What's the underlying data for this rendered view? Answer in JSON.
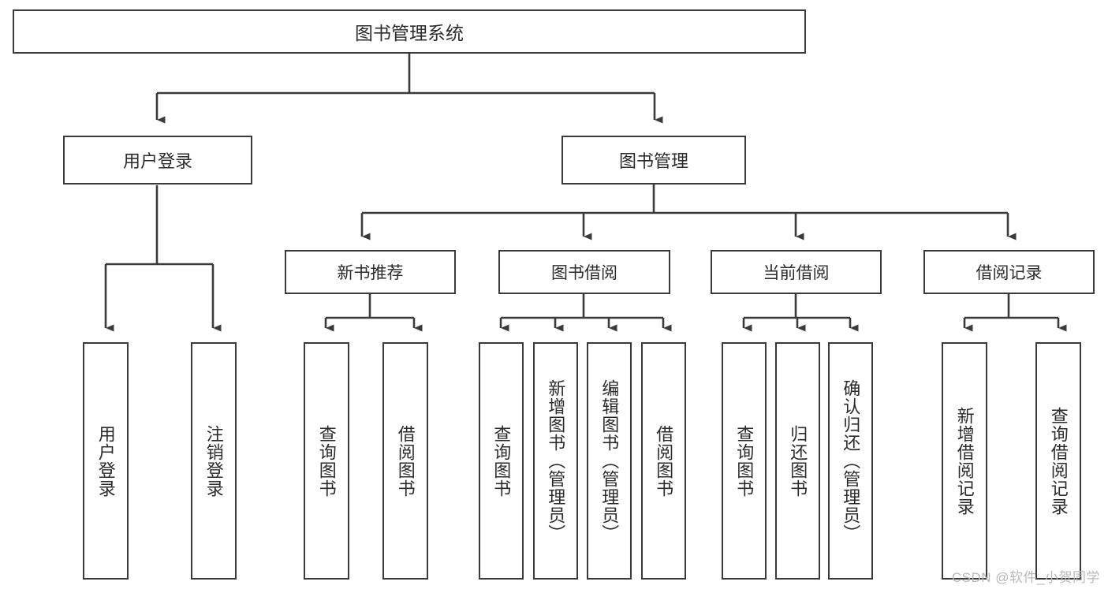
{
  "diagram": {
    "type": "tree-hierarchy",
    "title_node": "图书管理系统",
    "watermark": "CSDN @软件_小贺同学",
    "colors": {
      "stroke": "#3a3a3a",
      "fill": "#ffffff",
      "text": "#2b2b2b",
      "watermark": "#b9b9b9"
    },
    "nodes": {
      "root": {
        "label": "图书管理系统"
      },
      "level1": [
        {
          "id": "user-login",
          "label": "用户登录"
        },
        {
          "id": "book-management",
          "label": "图书管理"
        }
      ],
      "level2": [
        {
          "id": "new-book-recommend",
          "label": "新书推荐"
        },
        {
          "id": "book-borrow",
          "label": "图书借阅"
        },
        {
          "id": "current-borrow",
          "label": "当前借阅"
        },
        {
          "id": "borrow-record",
          "label": "借阅记录"
        }
      ],
      "leaves": {
        "user-login": [
          {
            "id": "leaf-user-login",
            "label": "用户登录"
          },
          {
            "id": "leaf-logout-login",
            "label": "注销登录"
          }
        ],
        "new-book-recommend": [
          {
            "id": "leaf-query-book-1",
            "label": "查询图书"
          },
          {
            "id": "leaf-borrow-book-1",
            "label": "借阅图书"
          }
        ],
        "book-borrow": [
          {
            "id": "leaf-query-book-2",
            "label": "查询图书"
          },
          {
            "id": "leaf-add-book",
            "label": "新增图书（管理员）"
          },
          {
            "id": "leaf-edit-book",
            "label": "编辑图书（管理员）"
          },
          {
            "id": "leaf-borrow-book-2",
            "label": "借阅图书"
          }
        ],
        "current-borrow": [
          {
            "id": "leaf-query-book-3",
            "label": "查询图书"
          },
          {
            "id": "leaf-return-book",
            "label": "归还图书"
          },
          {
            "id": "leaf-confirm-return",
            "label": "确认归还（管理员）"
          }
        ],
        "borrow-record": [
          {
            "id": "leaf-add-record",
            "label": "新增借阅记录"
          },
          {
            "id": "leaf-query-record",
            "label": "查询借阅记录"
          }
        ]
      }
    }
  }
}
